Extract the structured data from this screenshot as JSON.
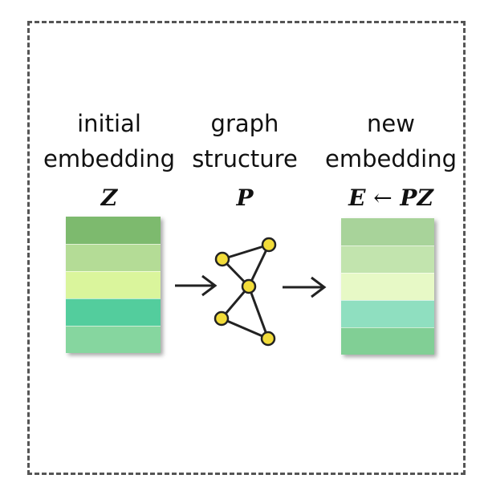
{
  "columns": {
    "initial": {
      "line1": "initial",
      "line2": "embedding",
      "symbol": "Z"
    },
    "graph": {
      "line1": "graph",
      "line2": "structure",
      "symbol": "P"
    },
    "new": {
      "line1": "new",
      "line2": "embedding",
      "symbol_left": "E",
      "symbol_arrow": "←",
      "symbol_right": "PZ"
    }
  },
  "colors": {
    "initial_cells": [
      "#7dba6e",
      "#b4dc96",
      "#daf59c",
      "#53cd9d",
      "#86d69f"
    ],
    "new_cells": [
      "#a8d39a",
      "#c2e4ae",
      "#e7f9c6",
      "#8fdfc0",
      "#81cf95"
    ],
    "node_fill": "#f2dc3a",
    "node_stroke": "#222222",
    "frame": "#555555"
  },
  "icons": {
    "left_arrow": "right-arrow-icon",
    "right_arrow": "right-arrow-icon",
    "graph": "graph-icon"
  }
}
